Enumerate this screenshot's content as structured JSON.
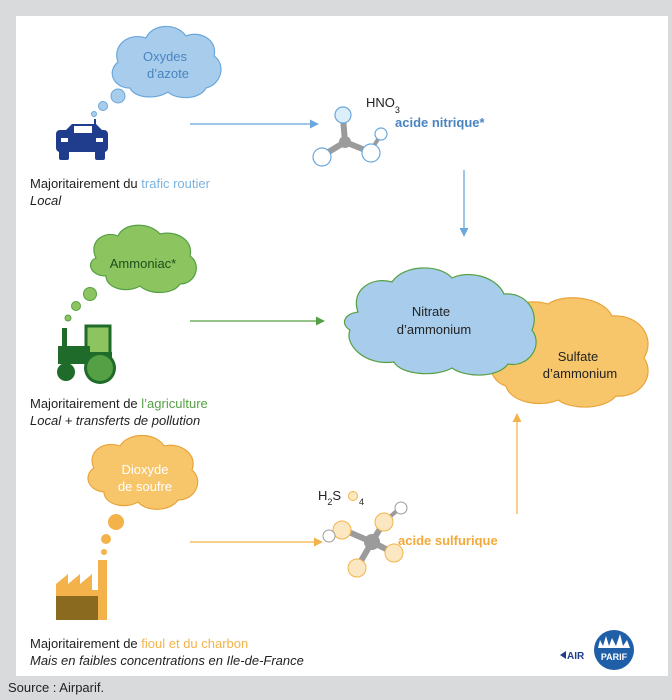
{
  "colors": {
    "blue": "#6aa7dc",
    "blue_fill": "#a8cdec",
    "green": "#55a044",
    "green_fill": "#8cc460",
    "orange": "#f4b34a",
    "orange_fill": "#f8c66a",
    "dark_green": "#1f6b2a",
    "car_blue": "#1f3d8c",
    "factory": "#8a6a1e"
  },
  "sources": [
    {
      "cloud": [
        "Oxydes",
        "d’azote"
      ],
      "line1_prefix": "Majoritairement du ",
      "line1_highlight": "trafic routier",
      "line2": "Local",
      "icon": "car-icon"
    },
    {
      "cloud": [
        "Ammoniac*"
      ],
      "line1_prefix": "Majoritairement de ",
      "line1_highlight": "l’agriculture",
      "line2": "Local + transferts de pollution",
      "icon": "tractor-icon"
    },
    {
      "cloud": [
        "Dioxyde",
        "de soufre"
      ],
      "line1_prefix": "Majoritairement de ",
      "line1_highlight": "fioul et du charbon",
      "line2": "Mais en faibles concentrations en Ile-de-France",
      "icon": "factory-icon"
    }
  ],
  "acids": {
    "nitric": {
      "formula_main": "HNO",
      "formula_sub": "3",
      "name": "acide nitrique*"
    },
    "sulfuric": {
      "formula_h": "H",
      "formula_h_sub": "2",
      "formula_s": "S",
      "formula_o_sub": "4",
      "name": "acide sulfurique"
    }
  },
  "products": {
    "nitrate": [
      "Nitrate",
      "d’ammonium"
    ],
    "sulfate": [
      "Sulfate",
      "d’ammonium"
    ]
  },
  "logo": {
    "left": "AIR",
    "right": "PARIF"
  },
  "source_note": "Source : Airparif."
}
